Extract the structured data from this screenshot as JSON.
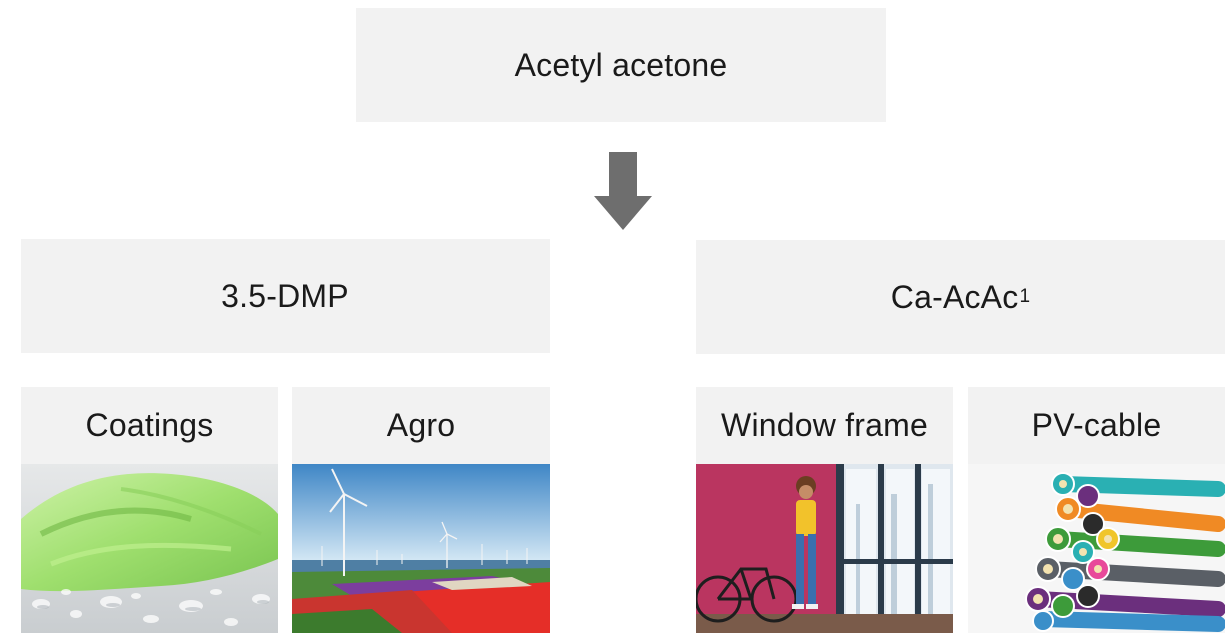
{
  "root": {
    "label": "Acetyl acetone"
  },
  "branches": [
    {
      "label": "3.5-DMP",
      "superscript": "",
      "applications": [
        {
          "label": "Coatings",
          "image": "green-cloth-water-droplets"
        },
        {
          "label": "Agro",
          "image": "wind-turbines-tulip-fields"
        }
      ]
    },
    {
      "label": "Ca-AcAc",
      "superscript": "1",
      "applications": [
        {
          "label": "Window frame",
          "image": "woman-at-window-with-bicycle"
        },
        {
          "label": "PV-cable",
          "image": "colorful-cable-bundle"
        }
      ]
    }
  ],
  "colors": {
    "box_fill": "#f2f2f2",
    "arrow": "#6e6e6e",
    "text": "#1a1a1a"
  }
}
